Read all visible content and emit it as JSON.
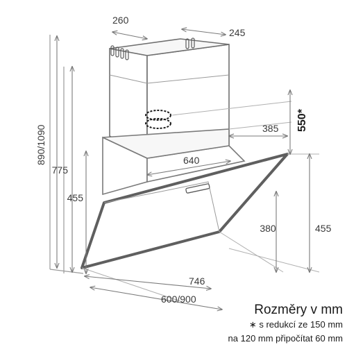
{
  "dimensions": {
    "chimney_width": "260",
    "chimney_depth": "245",
    "total_height": "890/1090",
    "height_775": "775",
    "height_455_left": "455",
    "duct_height": "550*",
    "chimney_offset": "385",
    "hood_width_top": "640",
    "height_380": "380",
    "height_455_right": "455",
    "glass_width": "746",
    "hood_width": "600/900"
  },
  "notes": {
    "title": "Rozměry v mm",
    "line1": "∗ s redukcí ze 150 mm",
    "line2": "na 120 mm připočítat 60 mm"
  },
  "colors": {
    "line": "#8a8a8a",
    "dark_line": "#3a3a3a",
    "glass_frame": "#6b6b6b",
    "text": "#1a1a1a"
  }
}
